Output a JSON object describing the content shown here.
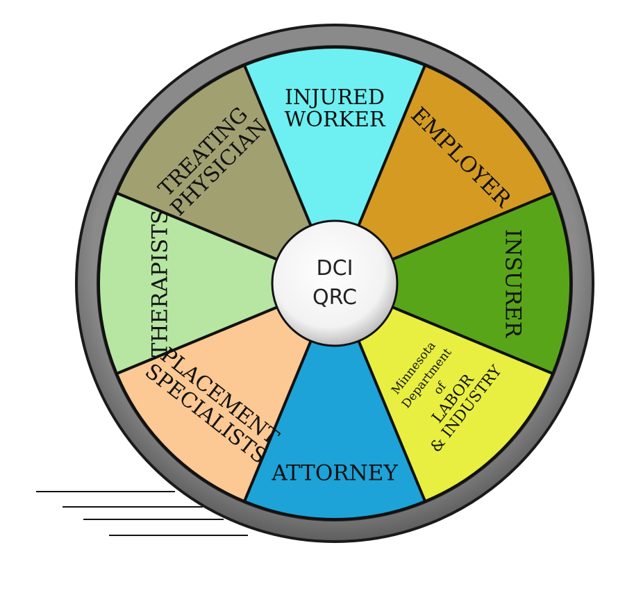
{
  "center": {
    "line1": "DCI",
    "line2": "QRC"
  },
  "segments": [
    {
      "id": "injured-worker",
      "lines": [
        "INJURED",
        "WORKER"
      ],
      "color": "#6ef0f2"
    },
    {
      "id": "employer",
      "lines": [
        "EMPLOYER"
      ],
      "color": "#d49a22"
    },
    {
      "id": "insurer",
      "lines": [
        "INSURER"
      ],
      "color": "#58a51a"
    },
    {
      "id": "mn-dept-labor",
      "lines": [
        "Minnesota",
        "Department",
        "of",
        "LABOR",
        "& INDUSTRY"
      ],
      "color": "#e8ef40"
    },
    {
      "id": "attorney",
      "lines": [
        "ATTORNEY"
      ],
      "color": "#1ea3d8"
    },
    {
      "id": "placement-specialists",
      "lines": [
        "PLACEMENT",
        "SPECIALISTS"
      ],
      "color": "#fcc893"
    },
    {
      "id": "therapists",
      "lines": [
        "THERAPISTS"
      ],
      "color": "#b6e6a2"
    },
    {
      "id": "treating-physician",
      "lines": [
        "TREATING",
        "PHYSICIAN"
      ],
      "color": "#a1a071"
    }
  ],
  "colors": {
    "rim": "#7d7d7d",
    "rim_dark": "#1d1d1d",
    "divider": "#111111",
    "hub": "#ffffff"
  }
}
